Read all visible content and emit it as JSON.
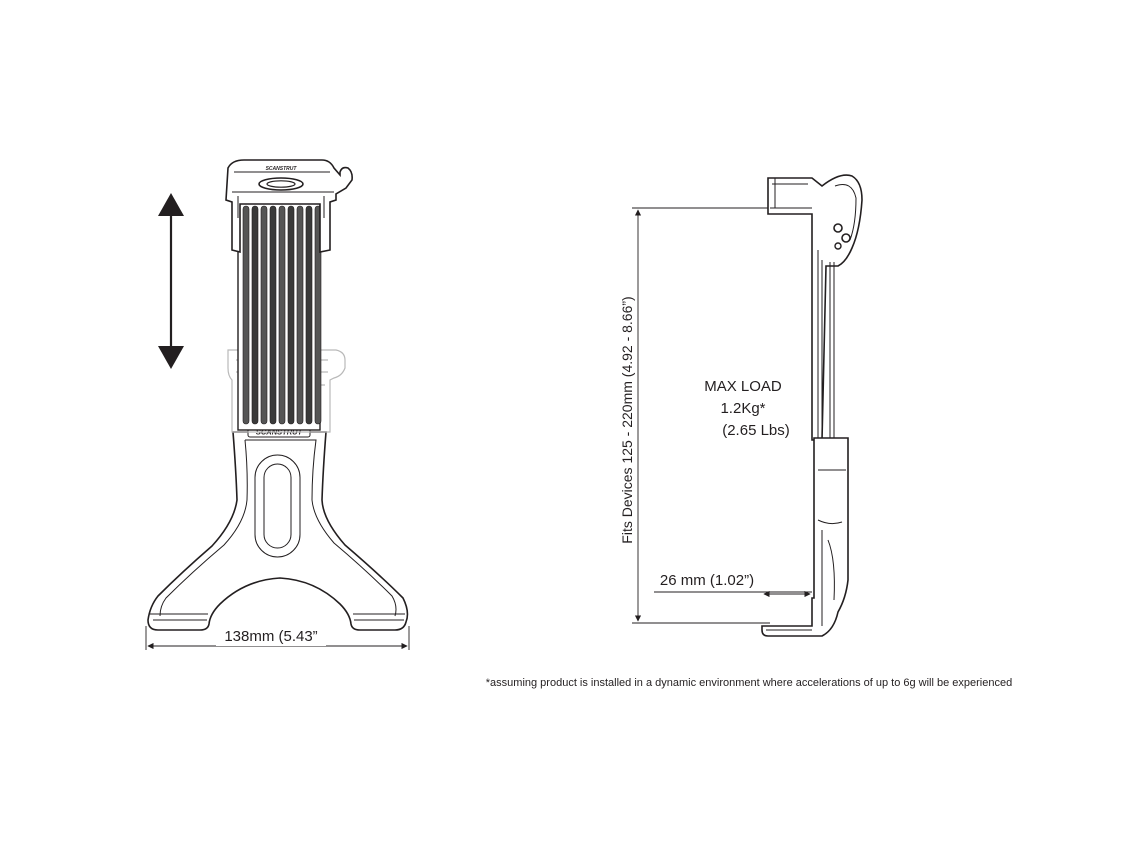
{
  "diagram": {
    "front_view": {
      "brand_top": "SCANSTRUT",
      "brand_base": "SCANSTRUT",
      "width_dimension": "138mm (5.43”"
    },
    "side_view": {
      "height_dimension": "Fits Devices 125 - 220mm (4.92 - 8.66”)",
      "max_load_line1": "MAX LOAD",
      "max_load_line2": "1.2Kg*",
      "max_load_line3": "(2.65 Lbs)",
      "depth_dimension": "26 mm (1.02”)"
    },
    "footnote": "*assuming product is installed in a dynamic environment where accelerations of up to 6g will be experienced"
  }
}
